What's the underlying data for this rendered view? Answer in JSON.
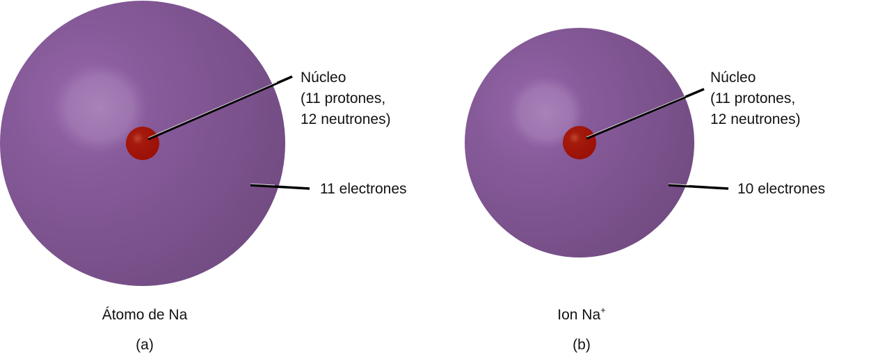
{
  "colors": {
    "sphere_light": "#a67fb5",
    "sphere_mid": "#8a5a9c",
    "sphere_dark": "#744d84",
    "nucleus": "#a51207",
    "leader_line": "#000000",
    "text": "#111111"
  },
  "panels": [
    {
      "id": "a",
      "caption": "Átomo de Na",
      "caption_superscript": "",
      "letter": "(a)",
      "nucleus_label": [
        "Núcleo",
        "(11 protones,",
        "12 neutrones)"
      ],
      "electron_label": "11 electrones"
    },
    {
      "id": "b",
      "caption": "Ion Na",
      "caption_superscript": "+",
      "letter": "(b)",
      "nucleus_label": [
        "Núcleo",
        "(11 protones,",
        "12 neutrones)"
      ],
      "electron_label": "10 electrones"
    }
  ]
}
